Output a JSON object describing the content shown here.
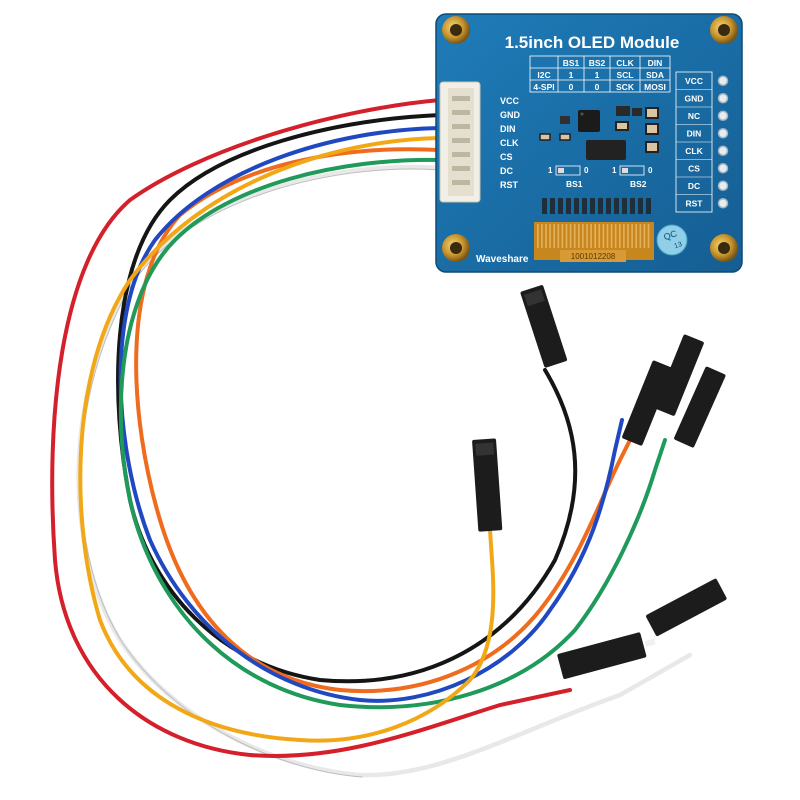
{
  "board": {
    "title": "1.5inch OLED Module",
    "brand": "Waveshare",
    "qc_label": "QC",
    "qc_number": "13",
    "fpc_code": "1001012208",
    "colors": {
      "pcb": "#1a6fa8",
      "pcb_dark": "#0f4f7e",
      "fpc": "#c8861f",
      "silk": "#ffffff"
    },
    "connector_pins": [
      {
        "label": "VCC",
        "wire_color": "#d4202a"
      },
      {
        "label": "GND",
        "wire_color": "#1a1a1a"
      },
      {
        "label": "DIN",
        "wire_color": "#2050c8"
      },
      {
        "label": "CLK",
        "wire_color": "#f0a818"
      },
      {
        "label": "CS",
        "wire_color": "#f07020"
      },
      {
        "label": "DC",
        "wire_color": "#1f9a5a"
      },
      {
        "label": "RST",
        "wire_color": "#f4f4f4"
      }
    ],
    "header_pins": [
      "VCC",
      "GND",
      "NC",
      "DIN",
      "CLK",
      "CS",
      "DC",
      "RST"
    ],
    "table": {
      "headers": [
        "",
        "BS1",
        "BS2",
        "CLK",
        "DIN"
      ],
      "rows": [
        [
          "I2C",
          "1",
          "1",
          "SCL",
          "SDA"
        ],
        [
          "4-SPI",
          "0",
          "0",
          "SCK",
          "MOSI"
        ]
      ]
    },
    "bs_labels": [
      "BS1",
      "BS2"
    ],
    "dc_marks": [
      "1",
      "0",
      "1",
      "0"
    ]
  }
}
